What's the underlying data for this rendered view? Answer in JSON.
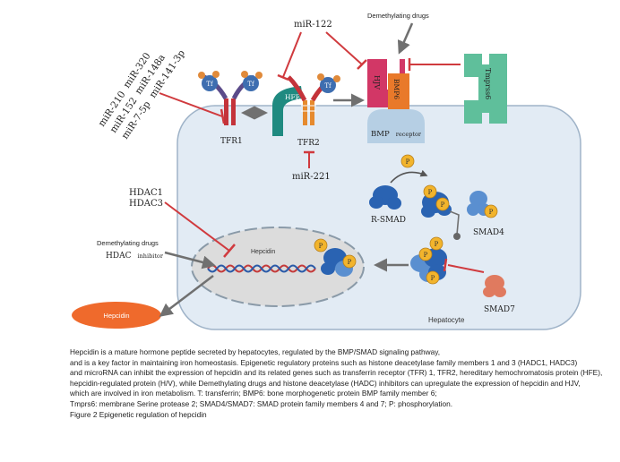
{
  "labels": {
    "demethylating_top": "Demethylating drugs",
    "mir122": "miR-122",
    "mirna_left": [
      "miR-210",
      "miR-320",
      "miR-152",
      "miR-148a",
      "miR-7-5p",
      "miR-141-3p"
    ],
    "tf": "Tf",
    "hfe": "HFE",
    "hjv": "HJV",
    "bmp6": "BMP6",
    "bmp_receptor_bold": "BMP",
    "bmp_receptor_small": "receptor",
    "tmprss6": "Tmprss6",
    "tfr1": "TFR1",
    "tfr2": "TFR2",
    "mir221": "miR-221",
    "p": "P",
    "rsmad": "R-SMAD",
    "smad4": "SMAD4",
    "smad7": "SMAD7",
    "hdac1": "HDAC1",
    "hdac3": "HDAC3",
    "demethylating_left": "Demethylating drugs",
    "hdac_inhibitor_bold": "HDAC",
    "hdac_inhibitor_small": "inhibitor",
    "hepcidin_nucleus": "Hepcidin",
    "hepcidin_out": "Hepcidin",
    "hepatocyte": "Hepatocyte"
  },
  "caption": [
    "Hepcidin is a mature hormone peptide secreted by hepatocytes, regulated by the BMP/SMAD signaling pathway,",
    "and is a key factor in maintaining iron homeostasis. Epigenetic regulatory proteins such as histone deacetylase family members 1 and 3 (HADC1, HADC3)",
    "and microRNA can inhibit the expression of hepcidin and its related genes such as transferrin receptor (TFR) 1, TFR2, hereditary hemochromatosis protein (HFE),",
    "hepcidin-regulated protein (H/V), while Demethylating drugs and histone deacetylase (HADC) inhibitors can upregulate the expression of hepcidin and HJV,",
    "which are involved in iron metabolism. T: transferrin; BMP6: bone morphogenetic protein BMP family member 6;",
    "Tmprs6: membrane Serine protease 2; SMAD4/SMAD7: SMAD protein family members 4 and 7; P: phosphorylation.",
    "Figure 2 Epigenetic regulation of hepcidin"
  ],
  "colors": {
    "cell_fill": "#e2ebf4",
    "cell_stroke": "#9fb3c8",
    "inhibit": "#d03a3e",
    "activate": "#707070",
    "tf_blue": "#3e6eb0",
    "tfr_red": "#c4333a",
    "tfr2_orange": "#e68a2e",
    "hfe_teal": "#1f8a80",
    "hjv_pink": "#d23766",
    "bmp6_orange": "#e9792a",
    "tmprss6_green": "#5fbf9b",
    "smad_blue": "#2a63b2",
    "phospho_yellow": "#f2b42c",
    "smad7_coral": "#e07a5f",
    "hepcidin_orange": "#ef6a2c"
  }
}
